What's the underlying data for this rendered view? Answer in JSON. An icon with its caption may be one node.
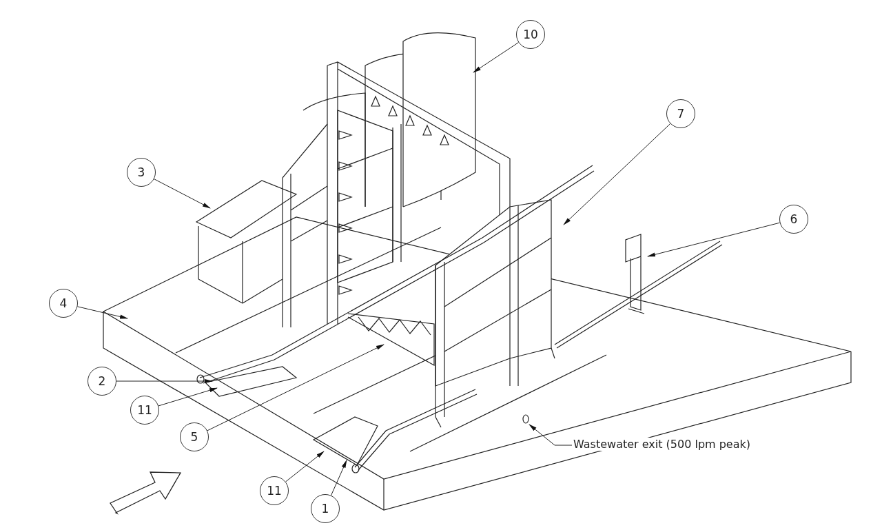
{
  "diagram": {
    "nodes": [
      {
        "text": [
          "10"
        ]
      },
      {
        "text": [
          "7"
        ]
      },
      {
        "text": [
          "3"
        ]
      },
      {
        "text": [
          "6"
        ]
      },
      {
        "text": [
          "4"
        ]
      },
      {
        "text": [
          "2"
        ]
      },
      {
        "text": [
          "11"
        ]
      },
      {
        "text": [
          "5"
        ]
      },
      {
        "text": [
          "Wastewater exit (500 lpm peak)"
        ]
      },
      {
        "text": [
          "11"
        ]
      },
      {
        "text": [
          "1"
        ]
      }
    ],
    "edges": [
      {
        "from": 0,
        "to": null,
        "arrow": "to"
      },
      {
        "from": 1,
        "to": null,
        "arrow": "to"
      },
      {
        "from": 2,
        "to": null,
        "arrow": "to"
      },
      {
        "from": 3,
        "to": null,
        "arrow": "to"
      },
      {
        "from": 4,
        "to": null,
        "arrow": "to"
      },
      {
        "from": 5,
        "to": null,
        "arrow": "to"
      },
      {
        "from": 6,
        "to": null,
        "arrow": "to"
      },
      {
        "from": 7,
        "to": null,
        "arrow": "to"
      },
      {
        "from": 8,
        "to": null,
        "arrow": "to"
      },
      {
        "from": 9,
        "to": null,
        "arrow": "to"
      },
      {
        "from": 10,
        "to": null,
        "arrow": "to"
      }
    ]
  }
}
